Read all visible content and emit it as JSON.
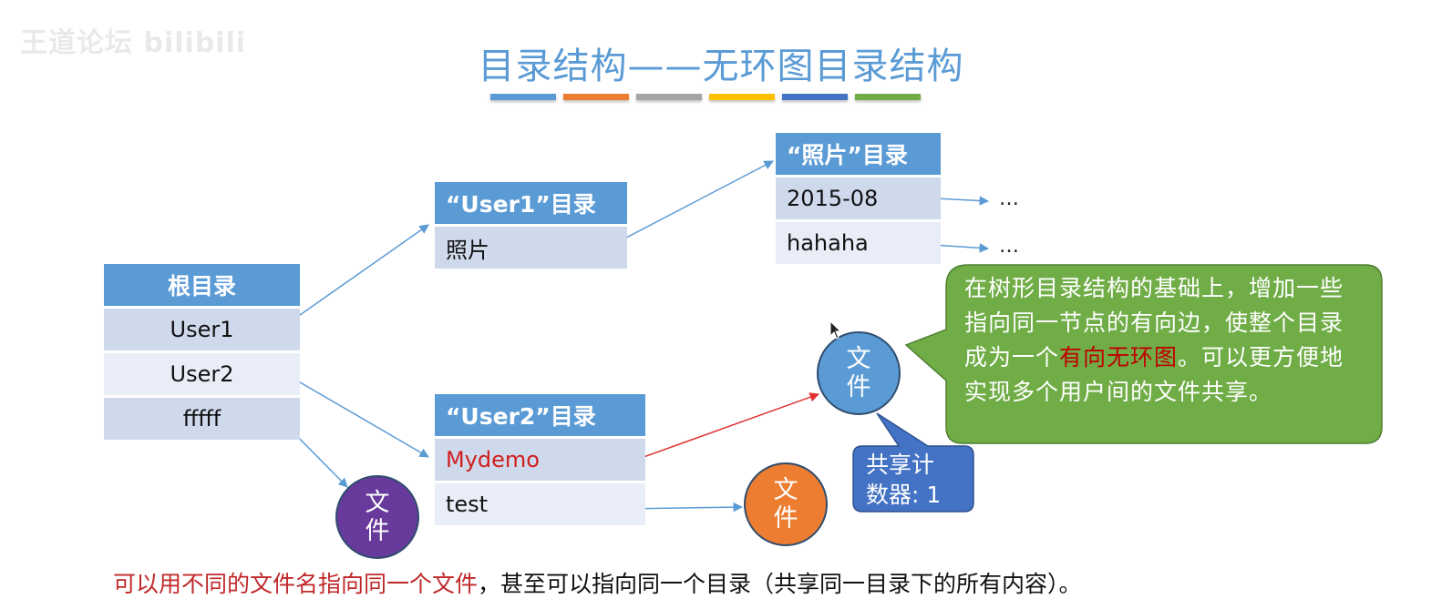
{
  "watermark": "王道论坛 bilibili",
  "title": "目录结构——无环图目录结构",
  "title_bar_colors": [
    "#5b9bd5",
    "#ed7d31",
    "#a5a5a5",
    "#ffc000",
    "#4472c4",
    "#70ad47"
  ],
  "root_dir": {
    "header": "根目录",
    "entries": [
      "User1",
      "User2",
      "fffff"
    ]
  },
  "user1_dir": {
    "header": "“User1”目录",
    "entries": [
      "照片"
    ]
  },
  "photo_dir": {
    "header": "“照片”目录",
    "entries": [
      "2015-08",
      "hahaha"
    ]
  },
  "user2_dir": {
    "header": "“User2”目录",
    "entries": [
      "Mydemo",
      "test"
    ]
  },
  "ellipsis": [
    "…",
    "…"
  ],
  "file_nodes": {
    "shared_blue": {
      "line1": "文",
      "line2": "件",
      "color": "#5b9bd5"
    },
    "purple": {
      "line1": "文",
      "line2": "件",
      "color": "#673a9c"
    },
    "orange": {
      "line1": "文",
      "line2": "件",
      "color": "#ed7d31"
    }
  },
  "share_counter": {
    "line1": "共享计",
    "line2": "数器: 1",
    "color": "#4472c4"
  },
  "callout": {
    "text_before": "在树形目录结构的基础上，增加一些指向同一节点的有向边，使整个目录成为一个",
    "highlight": "有向无环图",
    "text_after": "。可以更方便地实现多个用户间的文件共享。",
    "fill_color": "#70ad47",
    "highlight_color": "#c00000"
  },
  "bottom_note": {
    "red_part": "可以用不同的文件名指向同一个文件",
    "black_part": "，甚至可以指向同一个目录（共享同一目录下的所有内容）。"
  },
  "colors": {
    "accent_blue": "#5b9bd5",
    "row_dark": "#cfd9ec",
    "row_light": "#e8edf7",
    "red_text": "#d01f1f",
    "arrow_blue": "#5b9bd5",
    "arrow_red": "#e03030"
  }
}
